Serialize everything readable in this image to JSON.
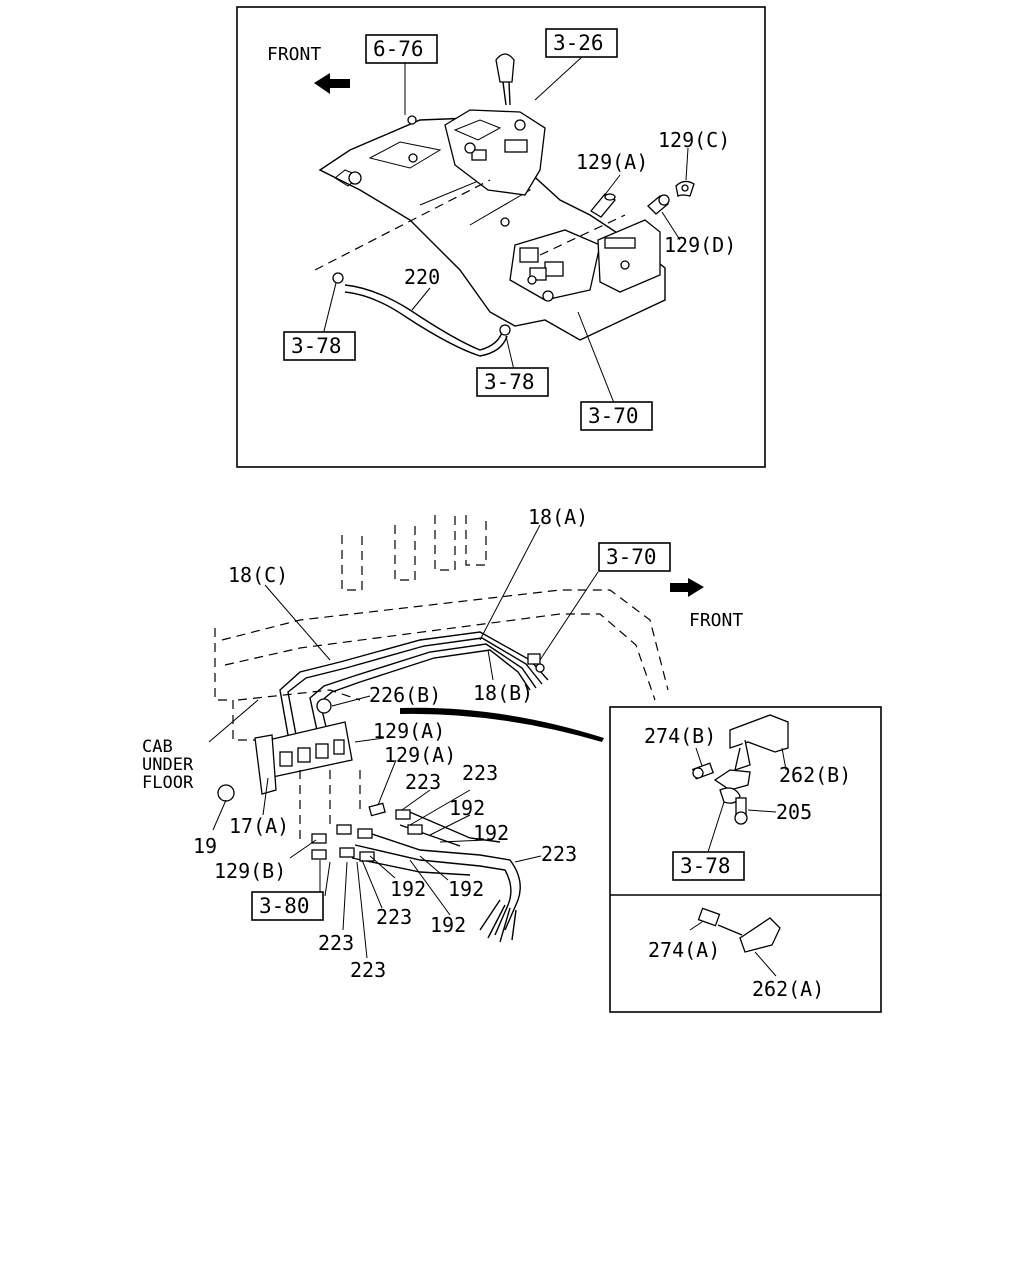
{
  "top_view": {
    "front_label": "FRONT",
    "refs": [
      "6-76",
      "3-26",
      "3-78",
      "3-78",
      "3-70"
    ],
    "parts": [
      "129(A)",
      "129(C)",
      "129(D)",
      "220"
    ]
  },
  "bottom_view": {
    "front_label": "FRONT",
    "refs": [
      "3-70",
      "3-80"
    ],
    "cab_label": [
      "CAB",
      "UNDER",
      "FLOOR"
    ],
    "parts": [
      "18(A)",
      "18(C)",
      "18(B)",
      "226(B)",
      "129(A)",
      "129(A)",
      "223",
      "223",
      "192",
      "192",
      "223",
      "17(A)",
      "19",
      "129(B)",
      "192",
      "192",
      "223",
      "192",
      "223",
      "223"
    ]
  },
  "detail_b": {
    "parts": [
      "274(B)",
      "262(B)",
      "205"
    ],
    "ref": "3-78"
  },
  "detail_a": {
    "parts": [
      "274(A)",
      "262(A)"
    ]
  }
}
